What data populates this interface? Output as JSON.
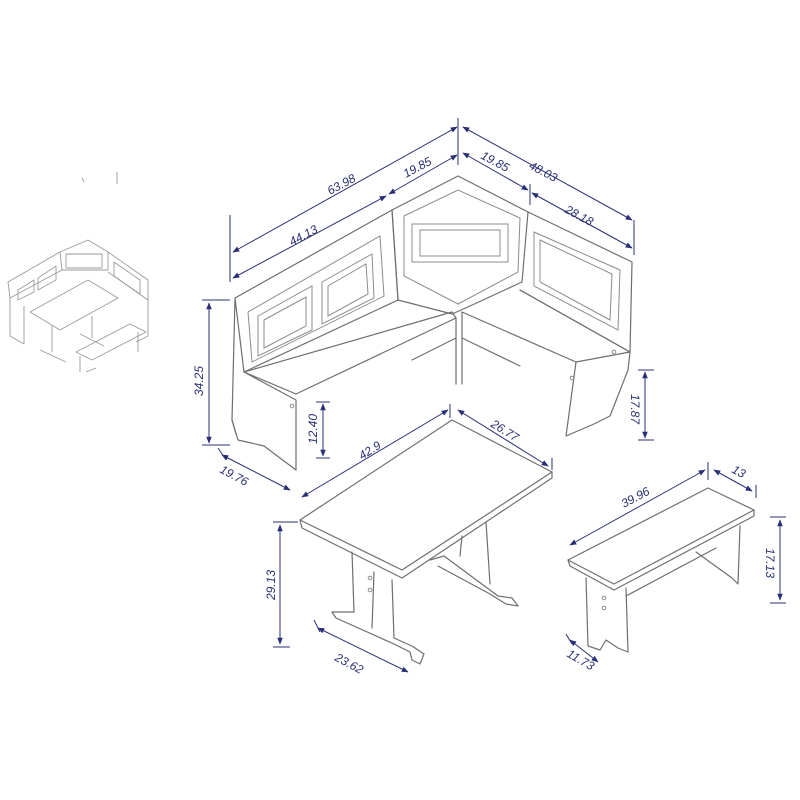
{
  "dimensions": {
    "total_left_length": "63.98",
    "left_bench_inner": "44.13",
    "corner_left": "19.85",
    "corner_right": "19.85",
    "total_right_length": "48.03",
    "right_bench_inner": "28.18",
    "back_height": "34.25",
    "seat_height": "12.40",
    "bench_depth": "19.76",
    "right_seat_height": "17.87",
    "table_length": "42.9",
    "table_width": "26.77",
    "table_height": "29.13",
    "table_base": "23.62",
    "bench_length": "39.96",
    "bench_width": "13",
    "bench_height": "17.13",
    "bench_base": "11.73"
  },
  "colors": {
    "dimension": "#2a3075",
    "outline": "#6f6f6f"
  }
}
